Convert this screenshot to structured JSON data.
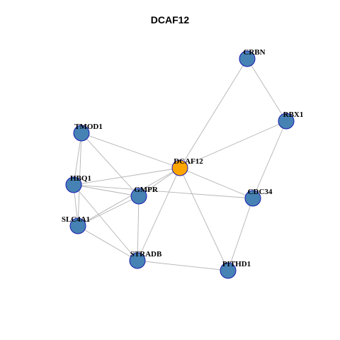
{
  "title": "DCAF12",
  "colors": {
    "center_node": "#ffa500",
    "node": "#4682b4",
    "node_border": "#1a1ab0",
    "edge": "#b3b3b3"
  },
  "nodes": [
    {
      "id": "DCAF12",
      "label": "DCAF12",
      "role": "center"
    },
    {
      "id": "CRBN",
      "label": "CRBN",
      "role": "neighbor"
    },
    {
      "id": "RBX1",
      "label": "RBX1",
      "role": "neighbor"
    },
    {
      "id": "TMOD1",
      "label": "TMOD1",
      "role": "neighbor"
    },
    {
      "id": "HBQ1",
      "label": "HBQ1",
      "role": "neighbor"
    },
    {
      "id": "GMPR",
      "label": "GMPR",
      "role": "neighbor"
    },
    {
      "id": "CDC34",
      "label": "CDC34",
      "role": "neighbor"
    },
    {
      "id": "SLC4A1",
      "label": "SLC4A1",
      "role": "neighbor"
    },
    {
      "id": "STRADB",
      "label": "STRADB",
      "role": "neighbor"
    },
    {
      "id": "PITHD1",
      "label": "PITHD1",
      "role": "neighbor"
    }
  ],
  "edges": [
    [
      "CRBN",
      "RBX1"
    ],
    [
      "CRBN",
      "DCAF12"
    ],
    [
      "RBX1",
      "DCAF12"
    ],
    [
      "RBX1",
      "CDC34"
    ],
    [
      "TMOD1",
      "DCAF12"
    ],
    [
      "TMOD1",
      "HBQ1"
    ],
    [
      "TMOD1",
      "SLC4A1"
    ],
    [
      "TMOD1",
      "GMPR"
    ],
    [
      "HBQ1",
      "DCAF12"
    ],
    [
      "HBQ1",
      "GMPR"
    ],
    [
      "HBQ1",
      "SLC4A1"
    ],
    [
      "HBQ1",
      "CDC34"
    ],
    [
      "HBQ1",
      "STRADB"
    ],
    [
      "DCAF12",
      "GMPR"
    ],
    [
      "DCAF12",
      "SLC4A1"
    ],
    [
      "DCAF12",
      "CDC34"
    ],
    [
      "DCAF12",
      "STRADB"
    ],
    [
      "DCAF12",
      "PITHD1"
    ],
    [
      "GMPR",
      "SLC4A1"
    ],
    [
      "GMPR",
      "STRADB"
    ],
    [
      "SLC4A1",
      "STRADB"
    ],
    [
      "CDC34",
      "PITHD1"
    ],
    [
      "STRADB",
      "PITHD1"
    ]
  ]
}
